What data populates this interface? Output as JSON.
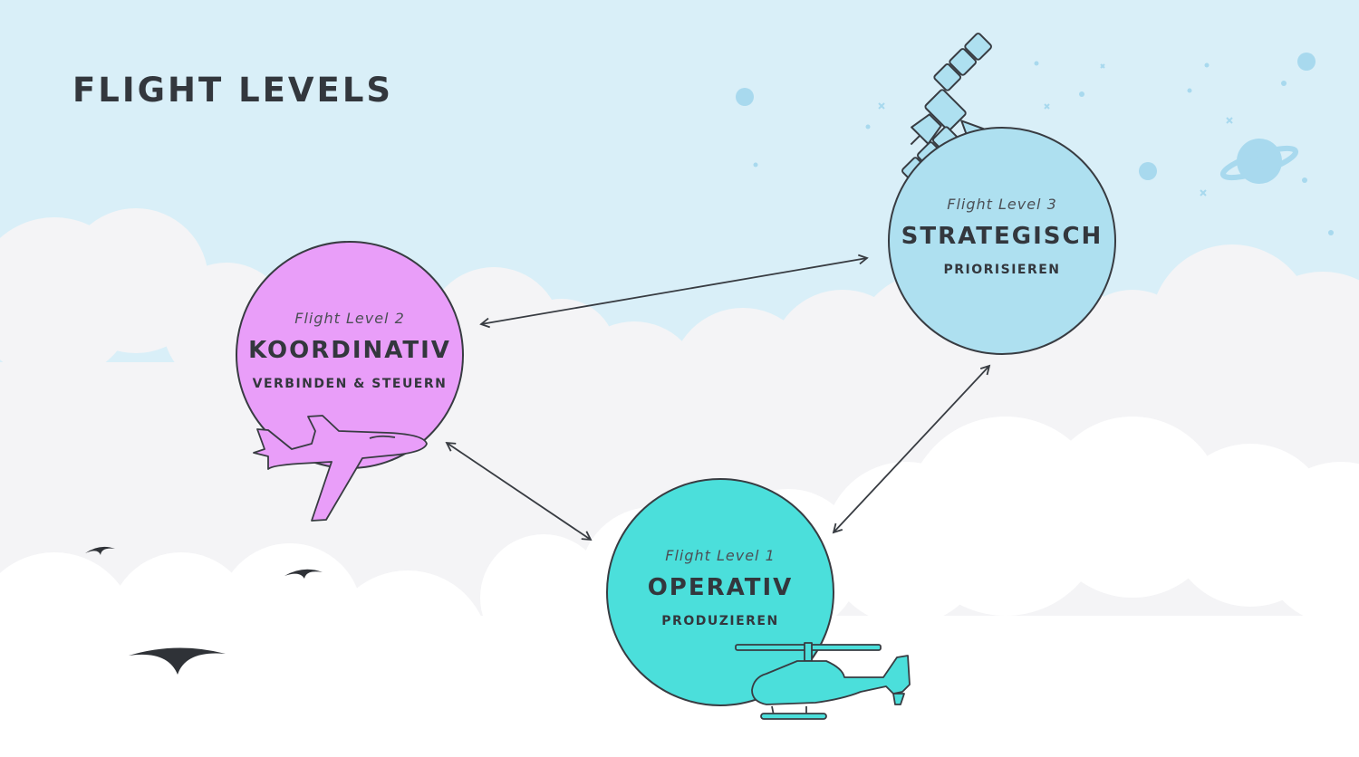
{
  "title": "FLIGHT LEVELS",
  "levels": {
    "level3": {
      "label": "Flight Level 3",
      "name": "STRATEGISCH",
      "subtitle": "PRIORISIEREN",
      "color": "#aee0f0",
      "icon": "satellite-icon"
    },
    "level2": {
      "label": "Flight Level 2",
      "name": "KOORDINATIV",
      "subtitle": "VERBINDEN & STEUERN",
      "color": "#e99ef9",
      "icon": "airplane-icon"
    },
    "level1": {
      "label": "Flight Level 1",
      "name": "OPERATIV",
      "subtitle": "PRODUZIEREN",
      "color": "#4bdfdb",
      "icon": "helicopter-icon"
    }
  },
  "connections": [
    {
      "from": "level2",
      "to": "level3",
      "type": "bidirectional-arrow"
    },
    {
      "from": "level2",
      "to": "level1",
      "type": "bidirectional-arrow"
    },
    {
      "from": "level1",
      "to": "level3",
      "type": "bidirectional-arrow"
    }
  ],
  "colors": {
    "sky": "#d9eff8",
    "cloud-back": "#f4f4f6",
    "cloud-front": "#ffffff",
    "outline": "#383c42",
    "text": "#33373d"
  }
}
